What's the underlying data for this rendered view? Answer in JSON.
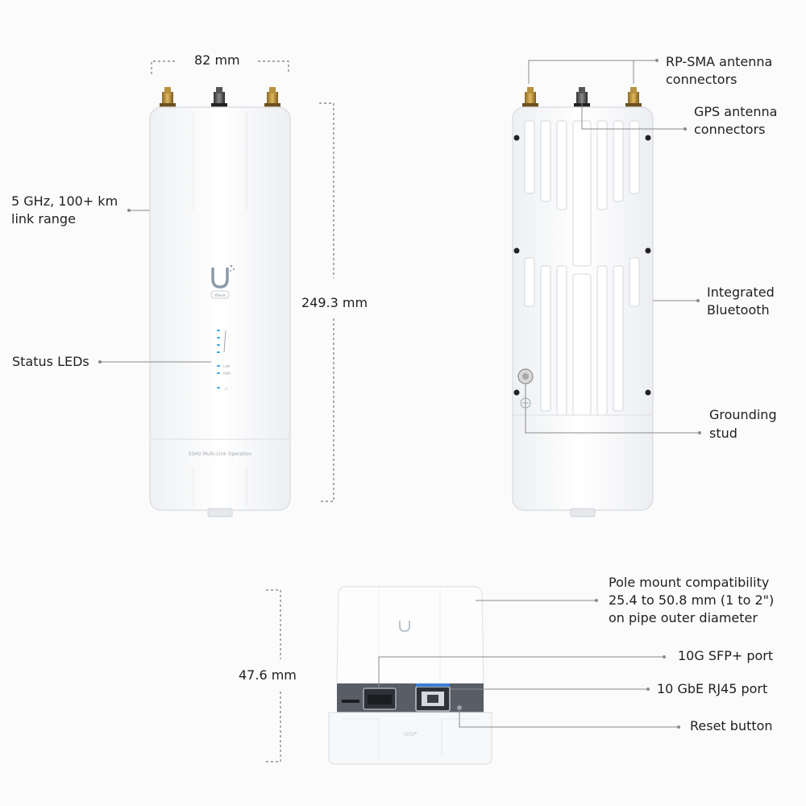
{
  "front": {
    "width_dim": "82 mm",
    "height_dim": "249.3 mm",
    "label_range": [
      "5 GHz, 100+ km",
      "link range"
    ],
    "label_leds": "Status LEDs",
    "logo_badge": "Wave",
    "panel_text": "5GHz Multi-Link Operation",
    "led_labels": [
      "LAN",
      "PWR"
    ]
  },
  "back": {
    "label_rpsma": [
      "RP-SMA antenna",
      "connectors"
    ],
    "label_gps": [
      "GPS antenna",
      "connectors"
    ],
    "label_bluetooth": [
      "Integrated",
      "Bluetooth"
    ],
    "label_grounding": [
      "Grounding",
      "stud"
    ]
  },
  "bottom": {
    "depth_dim": "47.6 mm",
    "label_pole": [
      "Pole mount compatibility",
      "25.4 to 50.8 mm (1 to 2\")",
      "on pipe outer diameter"
    ],
    "label_sfp": "10G SFP+ port",
    "label_rj45": "10 GbE RJ45 port",
    "label_reset": "Reset button",
    "brand_text": "UISP"
  },
  "colors": {
    "device": "#ffffff",
    "device_edge": "#dcdfe3",
    "led": "#36a3ea",
    "line": "#8a8a8a",
    "dim_line": "#777777"
  }
}
